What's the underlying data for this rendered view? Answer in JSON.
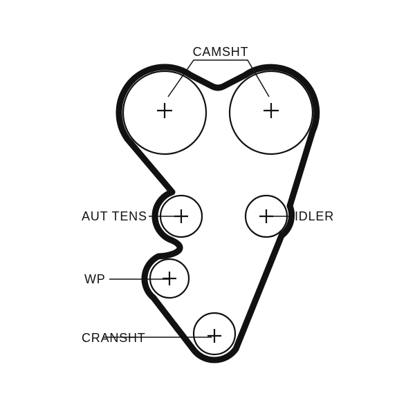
{
  "diagram": {
    "type": "timing-belt-routing",
    "labels": {
      "camshaft": "CAMSHT",
      "tensioner": "AUT TENS",
      "idler": "IDLER",
      "water_pump": "WP",
      "crankshaft": "CRANSHT"
    },
    "marker": "+",
    "colors": {
      "ink": "#111111",
      "background": "#ffffff"
    }
  }
}
